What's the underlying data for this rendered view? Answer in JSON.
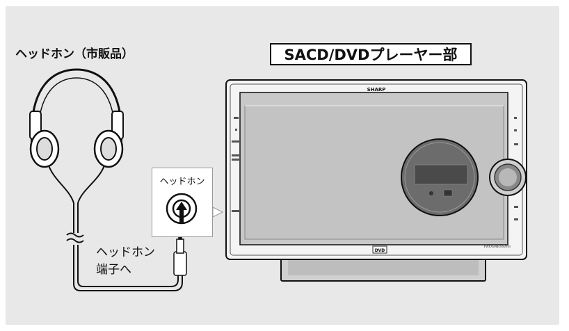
{
  "headphone_label": "ヘッドホン（市販品）",
  "title": "SACD/DVDプレーヤー部",
  "callout_label": "ヘッドホン",
  "terminal_label_line1": "ヘッドホン",
  "terminal_label_line2": "端子へ",
  "brand": "SHARP",
  "front_badge": "PROGRESSIVE",
  "disc_logo": "DVD",
  "colors": {
    "panel_background": "#e8e8e8",
    "device_face": "#c8c8c8",
    "outline": "#111111"
  }
}
